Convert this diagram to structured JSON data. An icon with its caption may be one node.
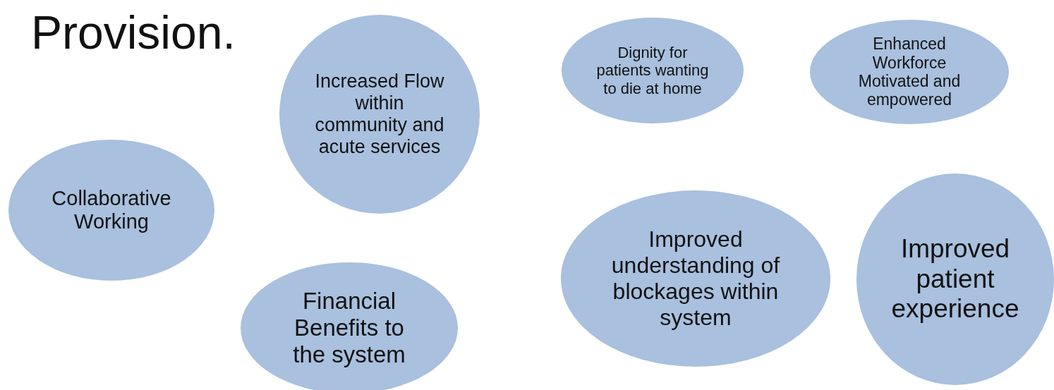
{
  "diagram": {
    "title": "Provision.",
    "nodes": [
      {
        "text": [
          "Collaborative Working"
        ]
      },
      {
        "text": [
          "Increased Flow within community and acute services"
        ]
      },
      {
        "text": [
          "Financial Benefits to the system"
        ]
      },
      {
        "text": [
          "Dignity for patients wanting to die at home"
        ]
      },
      {
        "text": [
          "Enhanced Workforce Motivated and empowered"
        ]
      },
      {
        "text": [
          "Improved understanding of blockages within system"
        ]
      },
      {
        "text": [
          "Improved patient experience"
        ]
      }
    ]
  }
}
